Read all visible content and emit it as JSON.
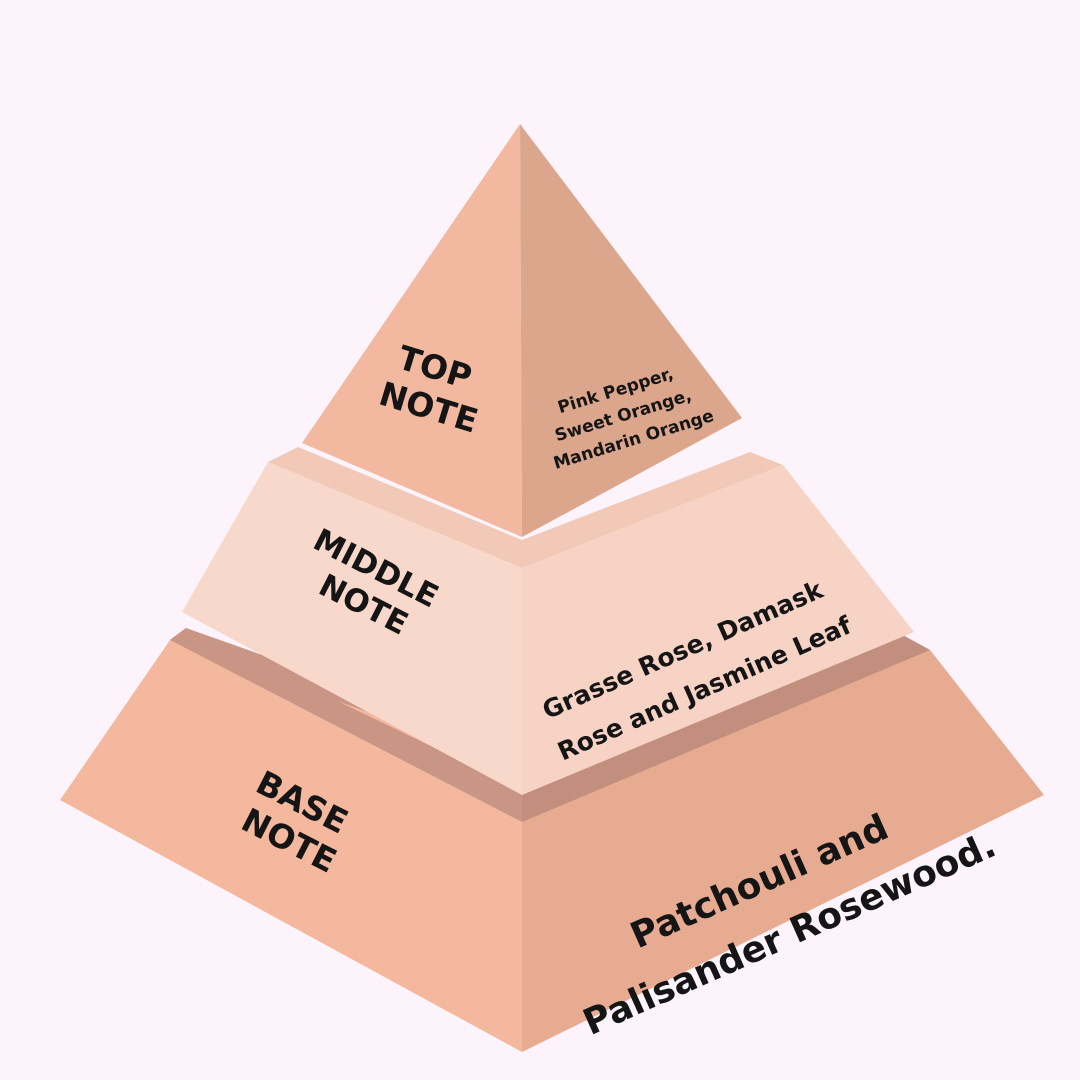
{
  "colors": {
    "background": "#fdf4fb",
    "top_left": "#f2b9a0",
    "top_right": "#dba68c",
    "middle_left": "#f8d8cb",
    "middle_right": "#f6d3c5",
    "middle_rim": "#f2c8b6",
    "base_left": "#f4b89e",
    "base_right": "#e7ab92",
    "base_rim": "#c99685",
    "text": "#151515"
  },
  "tiers": {
    "top": {
      "label_lines": [
        "TOP",
        "NOTE"
      ],
      "notes_lines": [
        "Pink Pepper,",
        "Sweet Orange,",
        "Mandarin Orange"
      ]
    },
    "middle": {
      "label_lines": [
        "MIDDLE",
        "NOTE"
      ],
      "notes_lines": [
        "Grasse Rose, Damask",
        "Rose and Jasmine Leaf"
      ]
    },
    "base": {
      "label_lines": [
        "BASE",
        "NOTE"
      ],
      "notes_lines": [
        "Patchouli and",
        "Palisander Rosewood."
      ]
    }
  }
}
